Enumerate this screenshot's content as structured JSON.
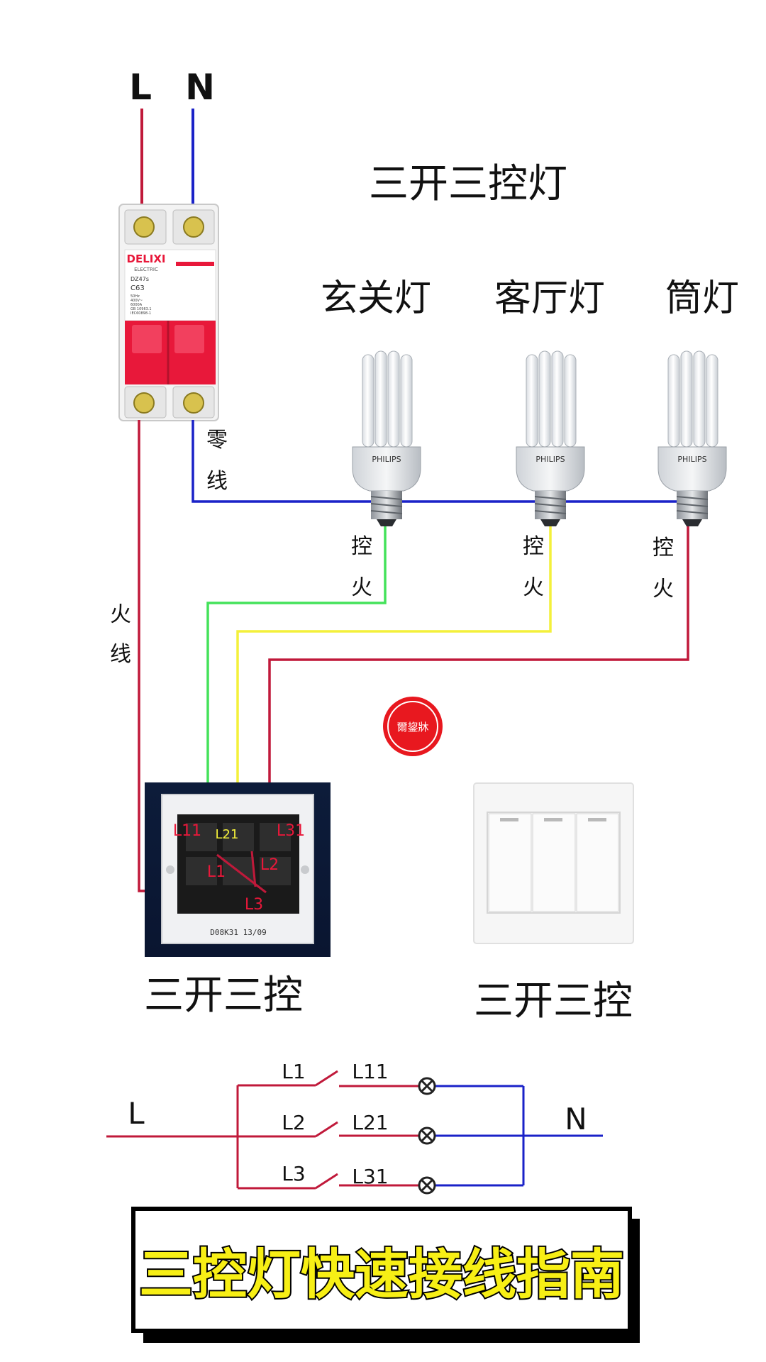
{
  "breaker": {
    "l_label": "L",
    "n_label": "N",
    "brand": "DELIXI",
    "brand_sub": "ELECTRIC",
    "model": "DZ47s",
    "rating": "C63",
    "specs": [
      "50Hz",
      "400V~",
      "6000A",
      "GB 10963.1",
      "IEC60898-1"
    ]
  },
  "title": "三开三控灯",
  "lamps": [
    {
      "name": "玄关灯",
      "brand": "PHILIPS",
      "control_label_1": "控",
      "control_label_2": "火"
    },
    {
      "name": "客厅灯",
      "brand": "PHILIPS",
      "control_label_1": "控",
      "control_label_2": "火"
    },
    {
      "name": "筒灯",
      "brand": "PHILIPS",
      "control_label_1": "控",
      "control_label_2": "火"
    }
  ],
  "neutral_label": {
    "line1": "零",
    "line2": "线"
  },
  "live_label": {
    "line1": "火",
    "line2": "线"
  },
  "stamp": "爾鋆牀",
  "switch_back": {
    "terminals": {
      "l11": "L11",
      "l21": "L21",
      "l31": "L31",
      "l1": "L1",
      "l2": "L2",
      "l3": "L3"
    },
    "code": "D08K31  13/09",
    "caption": "三开三控"
  },
  "switch_front": {
    "caption": "三开三控"
  },
  "schematic": {
    "l_label": "L",
    "n_label": "N",
    "rows": [
      {
        "in": "L1",
        "out": "L11"
      },
      {
        "in": "L2",
        "out": "L21"
      },
      {
        "in": "L3",
        "out": "L31"
      }
    ]
  },
  "banner": "三控灯快速接线指南",
  "colors": {
    "live": "#c0193a",
    "neutral": "#1a22c8",
    "green_wire": "#44e25a",
    "yellow_wire": "#f4f03a",
    "breaker_red": "#e8183a",
    "banner_yellow": "#f7ef15"
  }
}
